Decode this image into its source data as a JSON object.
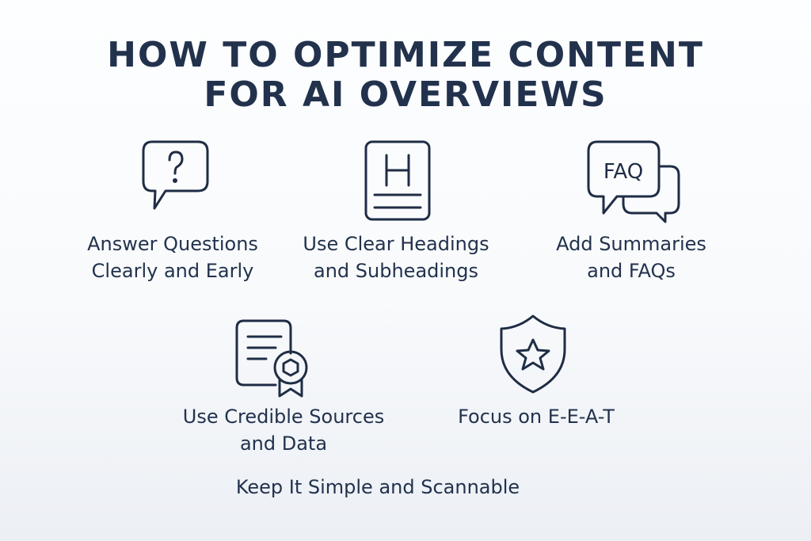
{
  "title": {
    "line1": "HOW TO OPTIMIZE CONTENT",
    "line2": "FOR AI OVERVIEWS"
  },
  "items": [
    {
      "icon": "question-bubble-icon",
      "line1": "Answer Questions",
      "line2": "Clearly and Early"
    },
    {
      "icon": "heading-document-icon",
      "line1": "Use Clear Headings",
      "line2": "and Subheadings",
      "glyph": "H"
    },
    {
      "icon": "faq-bubbles-icon",
      "line1": "Add Summaries",
      "line2": "and FAQs",
      "glyph": "FAQ"
    },
    {
      "icon": "certificate-icon",
      "line1": "Use Credible Sources",
      "line2": "and Data"
    },
    {
      "icon": "shield-star-icon",
      "line1": "Focus on E-E-A-T"
    }
  ],
  "footer": "Keep It Simple and Scannable",
  "colors": {
    "text": "#22324d",
    "icon": "#1f2d45"
  }
}
